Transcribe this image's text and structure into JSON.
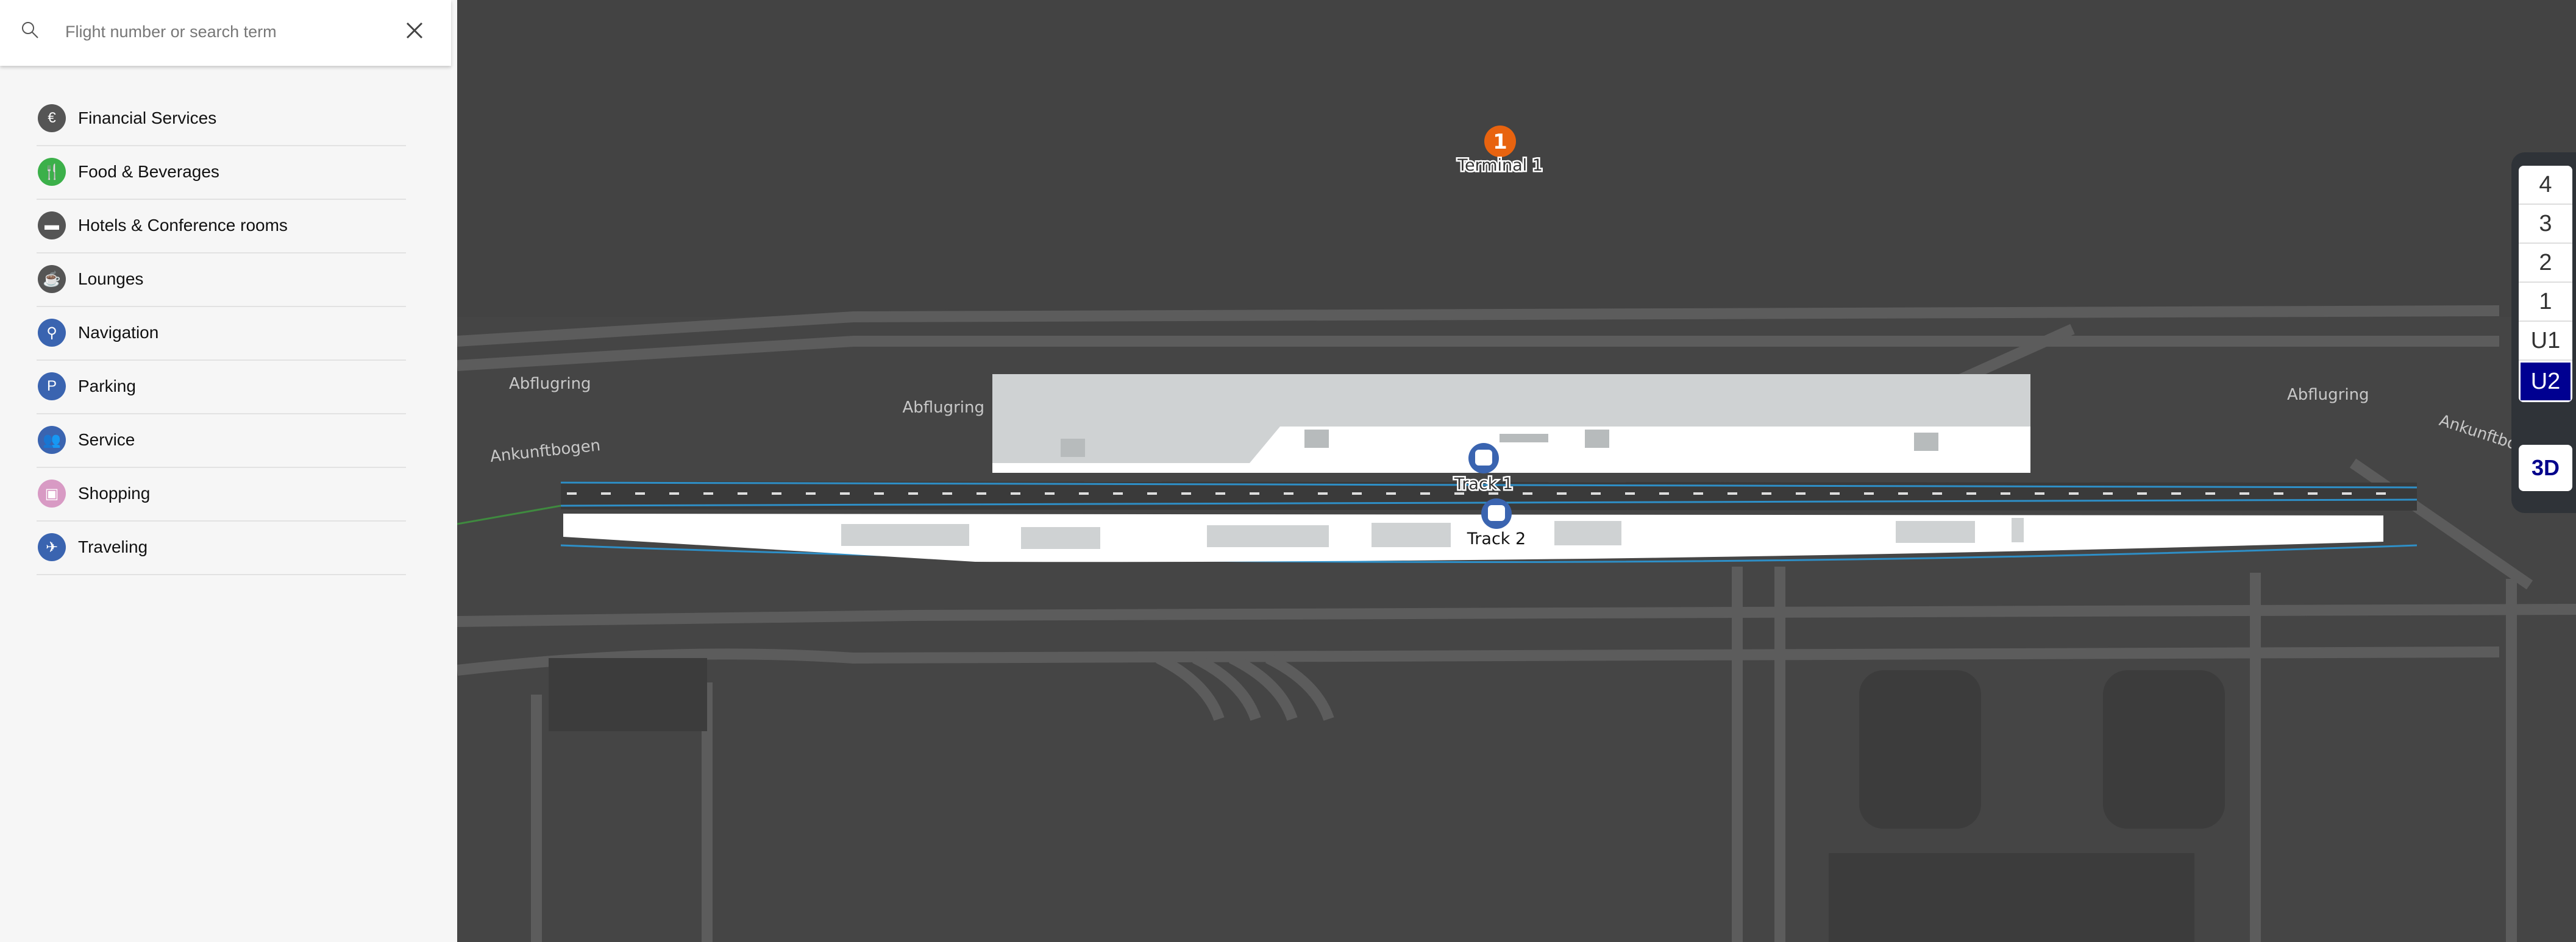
{
  "search": {
    "placeholder": "Flight number or search term",
    "value": ""
  },
  "categories": [
    {
      "label": "Financial Services",
      "icon": "money-icon",
      "color": "#555555"
    },
    {
      "label": "Food & Beverages",
      "icon": "cutlery-icon",
      "color": "#3cb04a"
    },
    {
      "label": "Hotels & Conference rooms",
      "icon": "bed-icon",
      "color": "#555555"
    },
    {
      "label": "Lounges",
      "icon": "lounge-icon",
      "color": "#555555"
    },
    {
      "label": "Navigation",
      "icon": "map-pin-icon",
      "color": "#3a64b0"
    },
    {
      "label": "Parking",
      "icon": "parking-icon",
      "color": "#3a64b0"
    },
    {
      "label": "Service",
      "icon": "service-people-icon",
      "color": "#3a64b0"
    },
    {
      "label": "Shopping",
      "icon": "shopping-bag-icon",
      "color": "#d89ac4"
    },
    {
      "label": "Traveling",
      "icon": "airplane-icon",
      "color": "#3a64b0"
    }
  ],
  "floors": {
    "items": [
      "4",
      "3",
      "2",
      "1",
      "U1",
      "U2"
    ],
    "active": "U2",
    "view_toggle": "3D",
    "accent": "#000091"
  },
  "map": {
    "streets": [
      "Abflugring",
      "Abflugring",
      "Ankunftbogen",
      "Abflugring",
      "Ankunftbogen"
    ],
    "terminal": {
      "number": "1",
      "label": "Terminal 1",
      "color": "#e8630f"
    },
    "tracks": [
      "Track 1",
      "Track 2"
    ]
  }
}
